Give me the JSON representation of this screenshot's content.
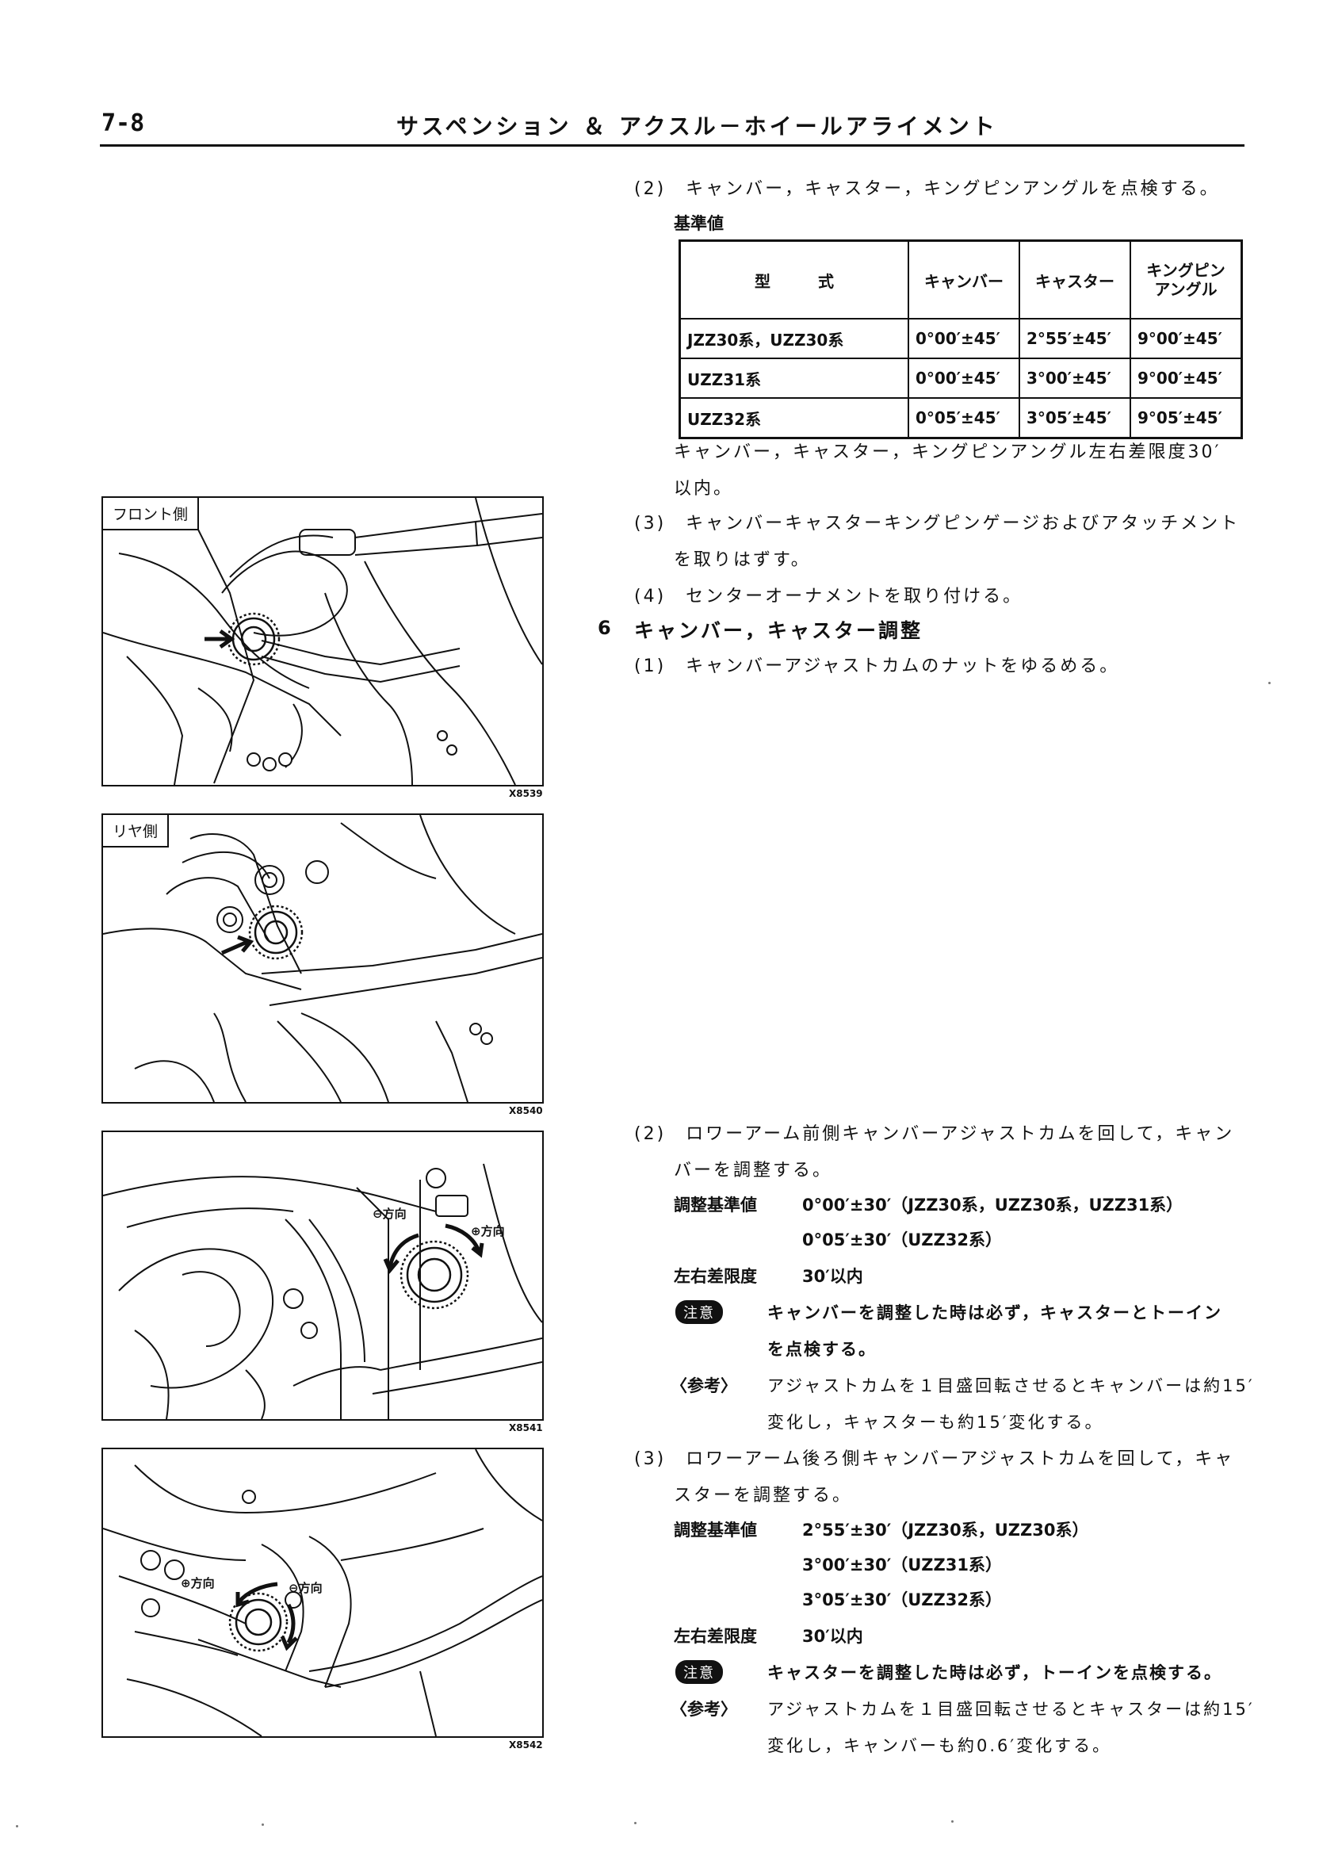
{
  "header": {
    "page_number": "7-8",
    "title": "サスペンション ＆ アクスル－ホイールアライメント"
  },
  "step2_check": {
    "heading": "(2)　キャンバー，キャスター，キングピンアングルを点検する。",
    "std_label": "基準値",
    "table": {
      "headers": [
        "型　　　式",
        "キャンバー",
        "キャスター",
        "キングピン",
        "アングル"
      ],
      "rows": [
        [
          "JZZ30系，UZZ30系",
          "0°00′±45′",
          "2°55′±45′",
          "9°00′±45′"
        ],
        [
          "UZZ31系",
          "0°00′±45′",
          "3°00′±45′",
          "9°00′±45′"
        ],
        [
          "UZZ32系",
          "0°05′±45′",
          "3°05′±45′",
          "9°05′±45′"
        ]
      ]
    },
    "note_line1": "キャンバー，キャスター，キングピンアングル左右差限度30′",
    "note_line2": "以内。"
  },
  "step3_remove": {
    "line1": "(3)　キャンバーキャスターキングピンゲージおよびアタッチメント",
    "line2": "を取りはずす。"
  },
  "step4_install": {
    "text": "(4)　センターオーナメントを取り付ける。"
  },
  "section6": {
    "number": "6",
    "title": "キャンバー，キャスター調整",
    "step1": "(1)　キャンバーアジャストカムのナットをゆるめる。"
  },
  "camber_adjust": {
    "line1": "(2)　ロワーアーム前側キャンバーアジャストカムを回して，キャン",
    "line2": "バーを調整する。",
    "std_label": "調整基準値",
    "std_value1": "0°00′±30′（JZZ30系，UZZ30系，UZZ31系）",
    "std_value2": "0°05′±30′（UZZ32系）",
    "limit_label": "左右差限度",
    "limit_value": "30′以内",
    "caution_badge": "注意",
    "caution_line1": "キャンバーを調整した時は必ず，キャスターとトーイン",
    "caution_line2": "を点検する。",
    "ref_label": "〈参考〉",
    "ref_line1": "アジャストカムを１目盛回転させるとキャンバーは約15′",
    "ref_line2": "変化し，キャスターも約15′変化する。"
  },
  "caster_adjust": {
    "line1": "(3)　ロワーアーム後ろ側キャンバーアジャストカムを回して，キャ",
    "line2": "スターを調整する。",
    "std_label": "調整基準値",
    "std_value1": "2°55′±30′（JZZ30系，UZZ30系）",
    "std_value2": "3°00′±30′（UZZ31系）",
    "std_value3": "3°05′±30′（UZZ32系）",
    "limit_label": "左右差限度",
    "limit_value": "30′以内",
    "caution_badge": "注意",
    "caution_text": "キャスターを調整した時は必ず，トーインを点検する。",
    "ref_label": "〈参考〉",
    "ref_line1": "アジャストカムを１目盛回転させるとキャスターは約15′",
    "ref_line2": "変化し，キャンバーも約0.6′変化する。"
  },
  "figures": [
    {
      "label": "フロント側",
      "code": "X8539"
    },
    {
      "label": "リヤ側",
      "code": "X8540"
    },
    {
      "code": "X8541",
      "minus": "⊖方向",
      "plus": "⊕方向"
    },
    {
      "code": "X8542",
      "plus": "⊕方向",
      "minus": "⊖方向"
    }
  ]
}
